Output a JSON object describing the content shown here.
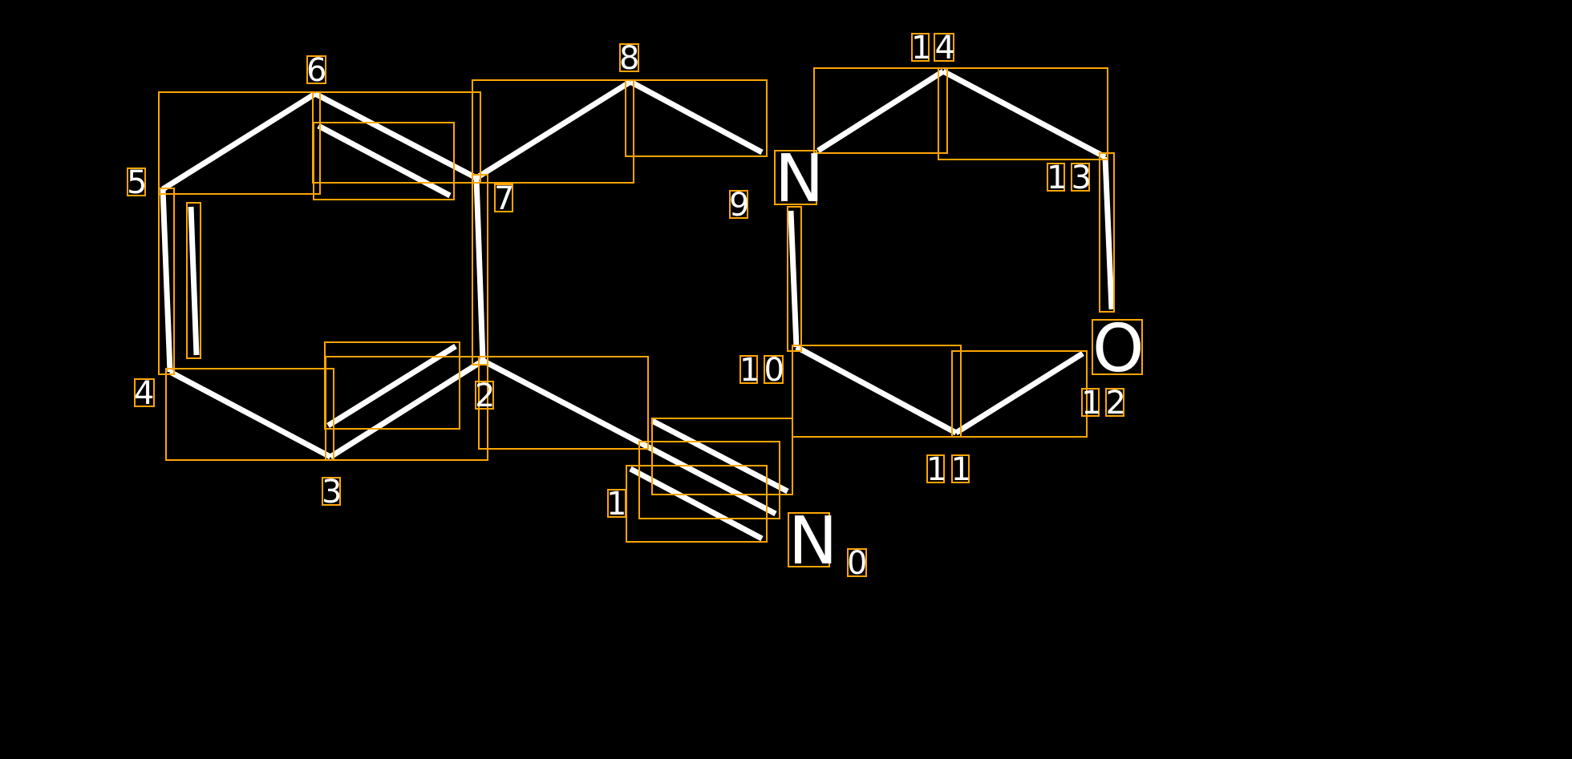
{
  "colors": {
    "background": "#000000",
    "bond": "#FFFFFF",
    "box": "#FFA500"
  },
  "atoms": {
    "n_top": "N",
    "n_bottom": "N",
    "o": "O"
  },
  "indices": [
    "0",
    "1",
    "2",
    "3",
    "4",
    "5",
    "6",
    "7",
    "8",
    "9",
    "10",
    "11",
    "12",
    "13",
    "14"
  ]
}
